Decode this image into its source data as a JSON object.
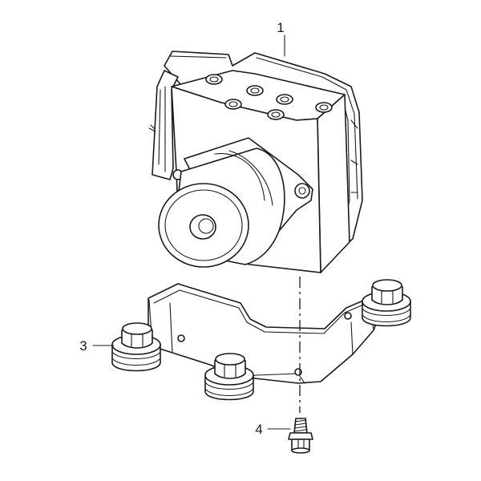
{
  "diagram": {
    "labels": {
      "part_1": "1",
      "part_3": "3",
      "part_4": "4"
    }
  }
}
